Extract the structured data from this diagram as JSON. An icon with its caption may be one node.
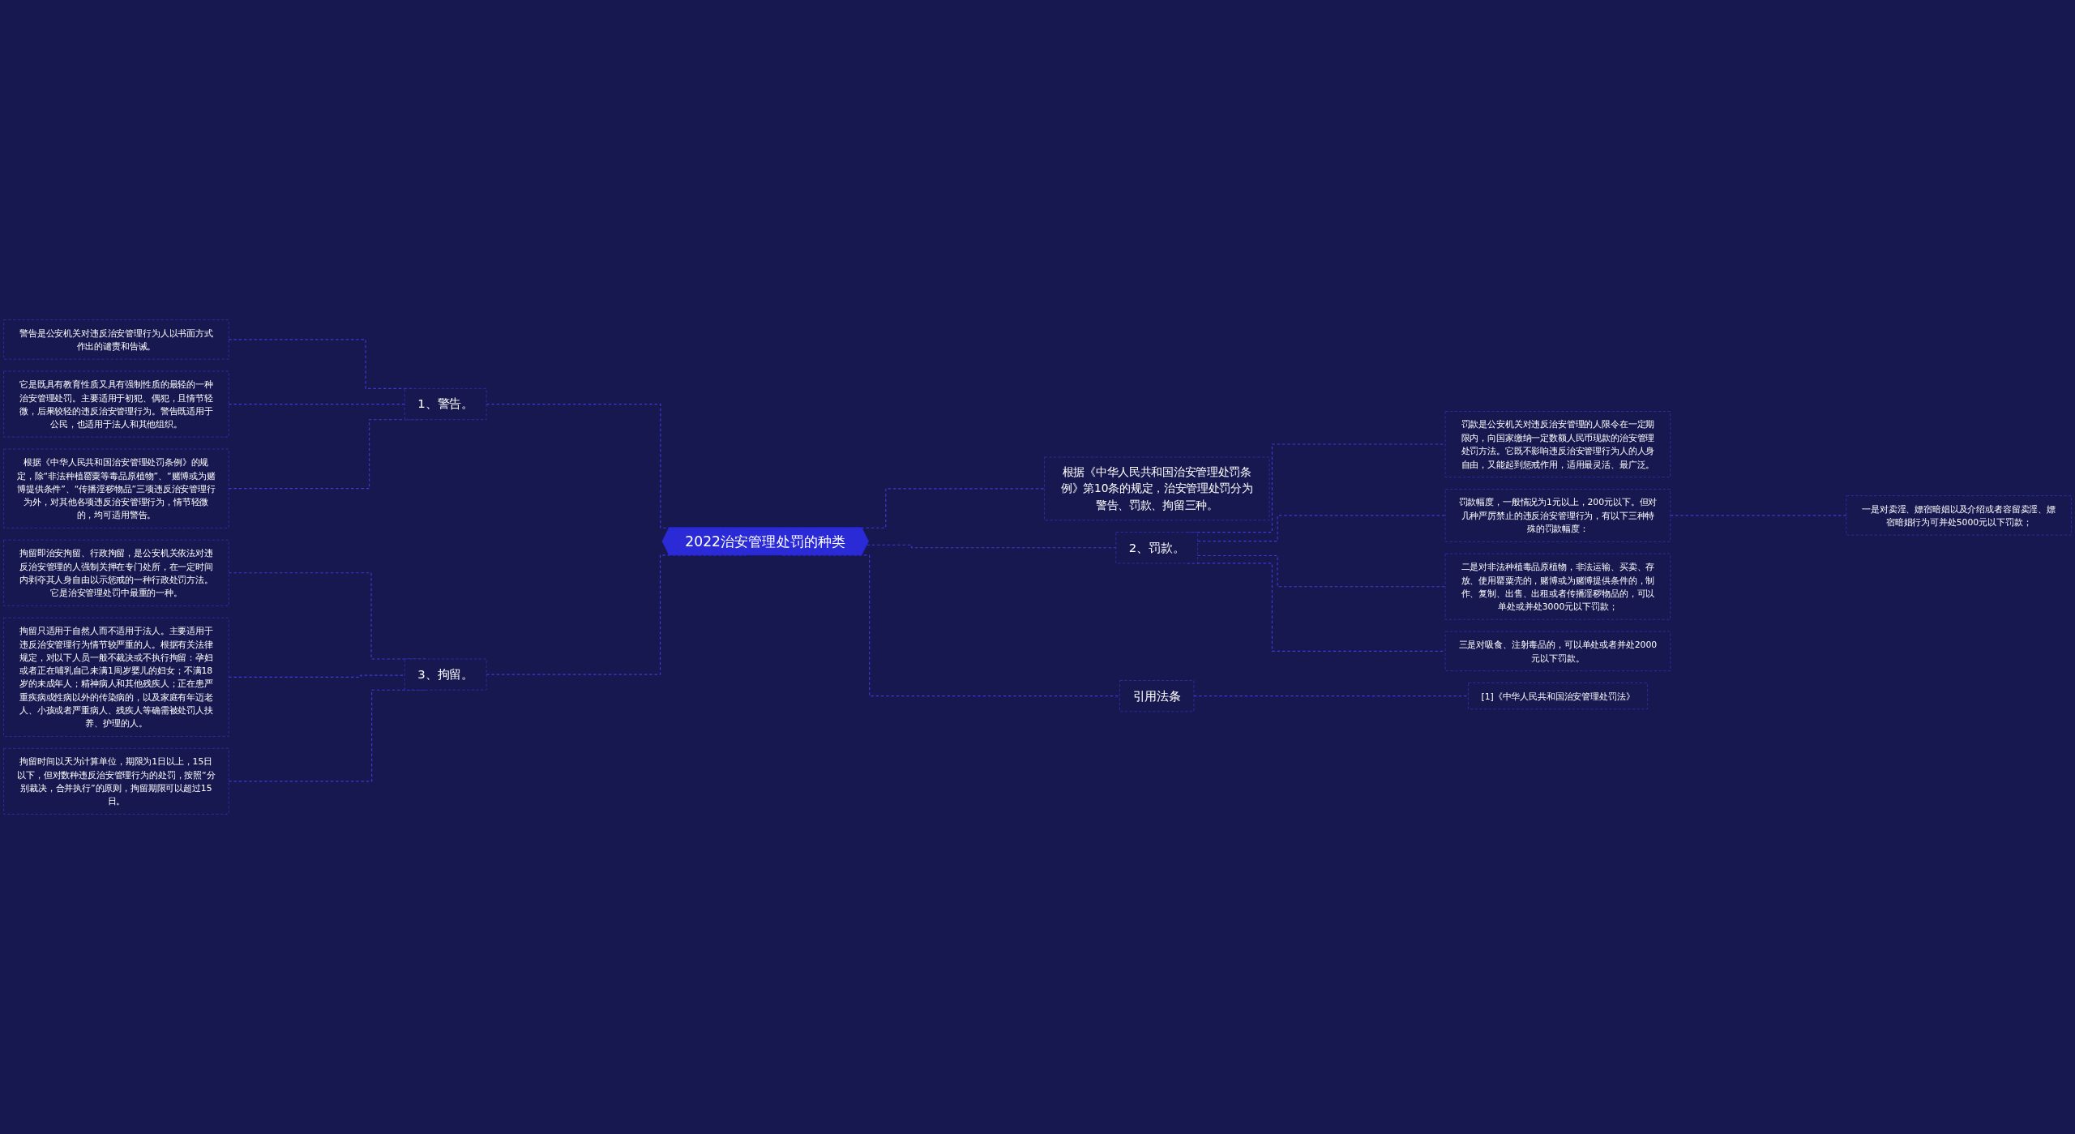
{
  "diagram": {
    "nodes": [
      {
        "text": [
          "2022治安管理处罚的种类"
        ]
      },
      {
        "text": [
          "1、警告。"
        ]
      },
      {
        "text": [
          "警告是公安机关对违反治安管理行为人以书面方式作出的谴责和告诫。"
        ]
      },
      {
        "text": [
          "它是既具有教育性质又具有强制性质的最轻的一种治安管理处罚。主要适用于初犯、偶犯，且情节轻微，后果较轻的违反治安管理行为。警告既适用于公民，也适用于法人和其他组织。"
        ]
      },
      {
        "text": [
          "根据《中华人民共和国治安管理处罚条例》的规定，除“非法种植罂粟等毒品原植物”、“赌博或为赌博提供条件”、“传播淫秽物品”三项违反治安管理行为外，对其他各项违反治安管理行为，情节轻微的，均可适用警告。"
        ]
      },
      {
        "text": [
          "3、拘留。"
        ]
      },
      {
        "text": [
          "拘留即治安拘留、行政拘留，是公安机关依法对违反治安管理的人强制关押在专门处所，在一定时间内剥夺其人身自由以示惩戒的一种行政处罚方法。它是治安管理处罚中最重的一种。"
        ]
      },
      {
        "text": [
          "拘留只适用于自然人而不适用于法人。主要适用于违反治安管理行为情节较严重的人。根据有关法律规定，对以下人员一般不裁决或不执行拘留：孕妇或者正在哺乳自己未满1周岁婴儿的妇女；不满18岁的未成年人；精神病人和其他残疾人；正在患严重疾病或性病以外的传染病的，以及家庭有年迈老人、小孩或者严重病人、残疾人等确需被处罚人扶养、护理的人。"
        ]
      },
      {
        "text": [
          "拘留时间以天为计算单位，期限为1日以上，15日以下，但对数种违反治安管理行为的处罚，按照“分别裁决，合并执行”的原则，拘留期限可以超过15日。"
        ]
      },
      {
        "text": [
          "根据《中华人民共和国治安管理处罚条例》第10条的规定，治安管理处罚分为警告、罚款、拘留三种。"
        ]
      },
      {
        "text": [
          "2、罚款。"
        ]
      },
      {
        "text": [
          "罚款是公安机关对违反治安管理的人限令在一定期限内，向国家缴纳一定数额人民币现款的治安管理处罚方法。它既不影响违反治安管理行为人的人身自由，又能起到惩戒作用，适用最灵活、最广泛。"
        ]
      },
      {
        "text": [
          "罚款幅度，一般情况为1元以上，200元以下。但对几种严厉禁止的违反治安管理行为，有以下三种特殊的罚款幅度："
        ]
      },
      {
        "text": [
          "一是对卖淫、嫖宿暗娼以及介绍或者容留卖淫、嫖宿暗娼行为可并处5000元以下罚款；"
        ]
      },
      {
        "text": [
          "二是对非法种植毒品原植物，非法运输、买卖、存放、使用罂粟壳的，赌博或为赌博提供条件的，制作、复制、出售、出租或者传播淫秽物品的，可以单处或并处3000元以下罚款；"
        ]
      },
      {
        "text": [
          "三是对吸食、注射毒品的，可以单处或者并处2000元以下罚款。"
        ]
      },
      {
        "text": [
          "引用法条"
        ]
      },
      {
        "text": [
          "[1]《中华人民共和国治安管理处罚法》"
        ]
      }
    ],
    "edges": [
      {
        "from": 0,
        "to": 1,
        "arrow": "none",
        "style": "dashed"
      },
      {
        "from": 1,
        "to": 2,
        "arrow": "none",
        "style": "dashed"
      },
      {
        "from": 1,
        "to": 3,
        "arrow": "none",
        "style": "dashed"
      },
      {
        "from": 1,
        "to": 4,
        "arrow": "none",
        "style": "dashed"
      },
      {
        "from": 0,
        "to": 5,
        "arrow": "none",
        "style": "dashed"
      },
      {
        "from": 5,
        "to": 6,
        "arrow": "none",
        "style": "dashed"
      },
      {
        "from": 5,
        "to": 7,
        "arrow": "none",
        "style": "dashed"
      },
      {
        "from": 5,
        "to": 8,
        "arrow": "none",
        "style": "dashed"
      },
      {
        "from": 0,
        "to": 9,
        "arrow": "none",
        "style": "dashed"
      },
      {
        "from": 0,
        "to": 10,
        "arrow": "none",
        "style": "dashed"
      },
      {
        "from": 10,
        "to": 11,
        "arrow": "none",
        "style": "dashed"
      },
      {
        "from": 10,
        "to": 12,
        "arrow": "none",
        "style": "dashed"
      },
      {
        "from": 12,
        "to": 13,
        "arrow": "none",
        "style": "dashed"
      },
      {
        "from": 10,
        "to": 14,
        "arrow": "none",
        "style": "dashed"
      },
      {
        "from": 10,
        "to": 15,
        "arrow": "none",
        "style": "dashed"
      },
      {
        "from": 0,
        "to": 16,
        "arrow": "none",
        "style": "dashed"
      },
      {
        "from": 16,
        "to": 17,
        "arrow": "none",
        "style": "dashed"
      }
    ]
  }
}
